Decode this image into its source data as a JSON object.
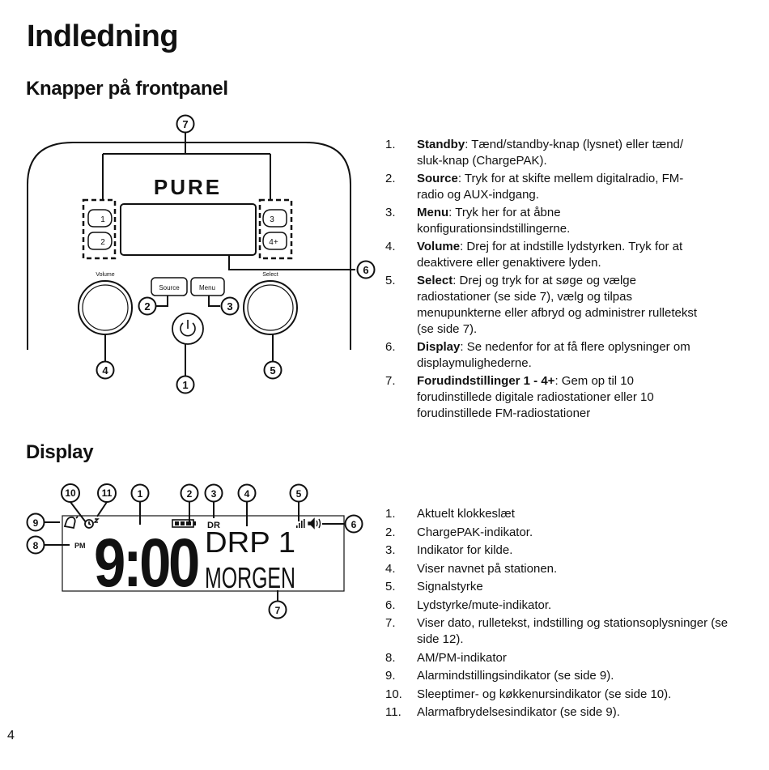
{
  "page": {
    "title": "Indledning",
    "section_front": "Knapper på frontpanel",
    "section_display": "Display",
    "page_number": "4"
  },
  "radio": {
    "brand": "PURE",
    "preset_buttons": [
      "1",
      "2",
      "3",
      "4+"
    ],
    "volume_label": "Volume",
    "select_label": "Select",
    "source_button": "Source",
    "menu_button": "Menu",
    "callouts": [
      "1",
      "2",
      "3",
      "4",
      "5",
      "6",
      "7"
    ]
  },
  "front_items": [
    {
      "num": "1.",
      "term": "Standby",
      "text": ": Tænd/standby-knap (lysnet) eller tænd/ sluk-knap (ChargePAK)."
    },
    {
      "num": "2.",
      "term": "Source",
      "text": ": Tryk for at skifte mellem digitalradio, FM-radio og AUX-indgang."
    },
    {
      "num": "3.",
      "term": "Menu",
      "text": ": Tryk her for at åbne konfigurationsindstillingerne."
    },
    {
      "num": "4.",
      "term": "Volume",
      "text": ": Drej for at indstille lydstyrken. Tryk for at deaktivere eller genaktivere lyden."
    },
    {
      "num": "5.",
      "term": "Select",
      "text": ": Drej og tryk for at søge og vælge radiostationer (se side 7), vælg og tilpas menupunkterne eller afbryd og administrer rulletekst (se side 7)."
    },
    {
      "num": "6.",
      "term": "Display",
      "text": ": Se nedenfor for at få flere oplysninger om displaymulighederne."
    },
    {
      "num": "7.",
      "term": "Forudindstillinger 1 - 4+",
      "text": ": Gem op til 10 forudinstillede digitale radiostationer eller 10 forudinstillede FM-radiostationer"
    }
  ],
  "lcd": {
    "time": "9:00",
    "pm": "PM",
    "source": "DR",
    "station": "DRP 1",
    "text_line": "MORGEN",
    "callouts": [
      "1",
      "2",
      "3",
      "4",
      "5",
      "6",
      "7",
      "8",
      "9",
      "10",
      "11"
    ]
  },
  "display_items": [
    {
      "num": "1.",
      "text": "Aktuelt klokkeslæt"
    },
    {
      "num": "2.",
      "text": "ChargePAK-indikator."
    },
    {
      "num": "3.",
      "text": "Indikator for kilde."
    },
    {
      "num": "4.",
      "text": "Viser navnet på stationen."
    },
    {
      "num": "5.",
      "text": "Signalstyrke"
    },
    {
      "num": "6.",
      "text": "Lydstyrke/mute-indikator."
    },
    {
      "num": "7.",
      "text": "Viser dato, rulletekst, indstilling og stationsoplysninger (se side 12)."
    },
    {
      "num": "8.",
      "text": "AM/PM-indikator"
    },
    {
      "num": "9.",
      "text": "Alarmindstillingsindikator (se side 9)."
    },
    {
      "num": "10.",
      "text": "Sleeptimer- og køkkenursindikator (se side 10)."
    },
    {
      "num": "11.",
      "text": "Alarmafbrydelsesindikator (se side 9)."
    }
  ]
}
